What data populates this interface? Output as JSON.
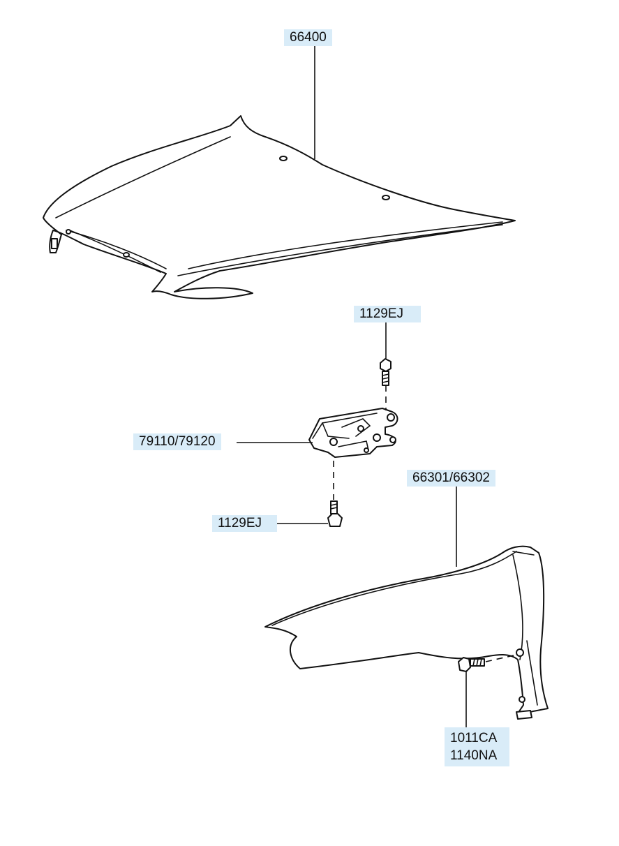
{
  "parts": {
    "hood": {
      "number": "66400"
    },
    "hood_latch": {
      "number": "79110/79120"
    },
    "latch_bolt_upper": {
      "number": "1129EJ"
    },
    "latch_bolt_lower": {
      "number": "1129EJ"
    },
    "fender": {
      "number": "66301/66302"
    },
    "fender_bolt": {
      "numbers": [
        "1011CA",
        "1140NA"
      ]
    }
  },
  "colors": {
    "label_background": "#d9ecf8",
    "line": "#111111"
  }
}
